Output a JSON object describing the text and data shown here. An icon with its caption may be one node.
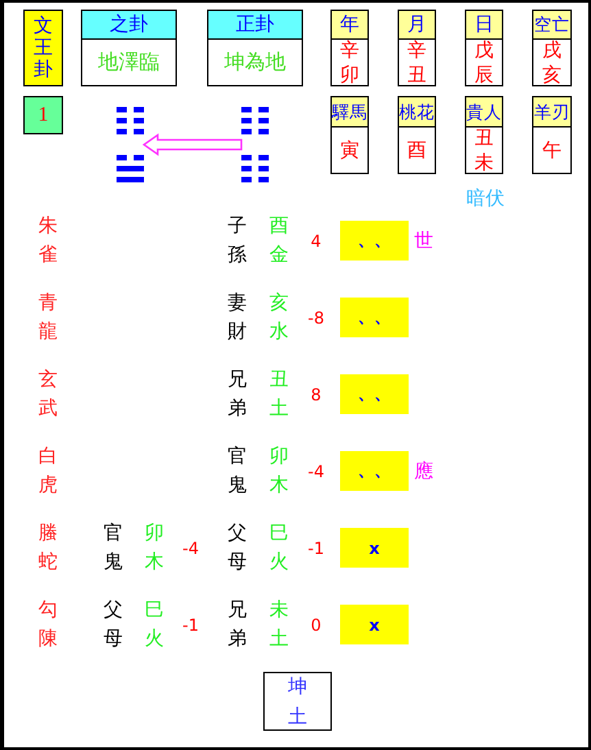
{
  "diagram": {
    "nodes": [
      {
        "text": [
          "文王卦"
        ]
      },
      {
        "text": [
          "之卦",
          "地澤臨"
        ]
      },
      {
        "text": [
          "正卦",
          "坤為地"
        ]
      },
      {
        "text": [
          "年",
          "辛卯"
        ]
      },
      {
        "text": [
          "月",
          "辛丑"
        ]
      },
      {
        "text": [
          "日",
          "戊辰"
        ]
      },
      {
        "text": [
          "空亡",
          "戌亥"
        ]
      },
      {
        "text": [
          "1"
        ]
      },
      {
        "text": [],
        "shape": "picture"
      },
      {
        "text": [],
        "shape": "picture"
      },
      {
        "text": [
          "驛馬",
          "寅"
        ]
      },
      {
        "text": [
          "桃花",
          "酉"
        ]
      },
      {
        "text": [
          "貴人",
          "丑未"
        ]
      },
      {
        "text": [
          "羊刃",
          "午"
        ]
      },
      {
        "text": [
          "、、"
        ],
        "beside": [
          "世"
        ]
      },
      {
        "text": [
          "、、"
        ]
      },
      {
        "text": [
          "、、"
        ]
      },
      {
        "text": [
          "、、"
        ],
        "beside": [
          "應"
        ]
      },
      {
        "text": [
          "x"
        ]
      },
      {
        "text": [
          "x"
        ]
      },
      {
        "text": [
          "坤土"
        ]
      }
    ],
    "edges": [
      {
        "from": 9,
        "to": 8,
        "arrow": "to"
      }
    ],
    "labels": [
      "暗伏",
      "朱雀",
      "子孫",
      "酉金",
      "4",
      "青龍",
      "妻財",
      "亥水",
      "-8",
      "玄武",
      "兄弟",
      "丑土",
      "8",
      "白虎",
      "官鬼",
      "卯木",
      "-4",
      "螣蛇",
      "官鬼",
      "卯木",
      "-4",
      "父母",
      "巳火",
      "-1",
      "勾陳",
      "父母",
      "巳火",
      "-1",
      "兄弟",
      "未土",
      "0"
    ]
  }
}
